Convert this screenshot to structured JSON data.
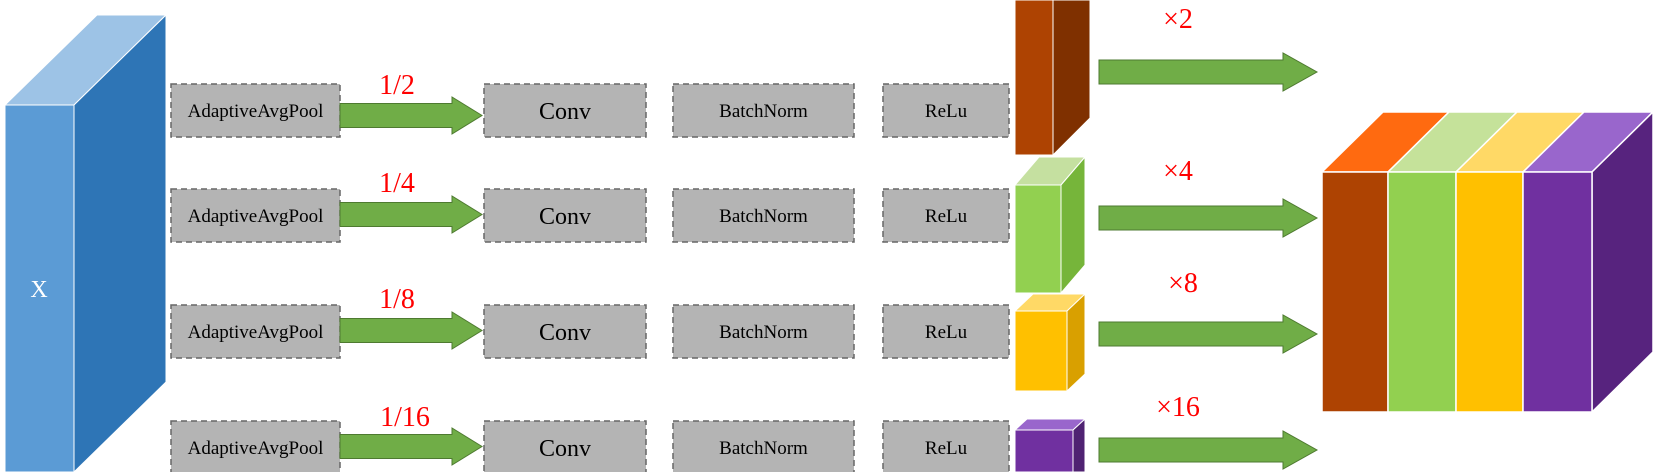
{
  "input": {
    "label": "X",
    "colors": {
      "front": "#5B9BD5",
      "side": "#2E75B6",
      "top": "#9DC3E6"
    }
  },
  "branches": [
    {
      "pool": "AdaptiveAvgPool",
      "ratio": "1/2",
      "conv": "Conv",
      "bn": "BatchNorm",
      "act": "ReLu",
      "upsample": "×2"
    },
    {
      "pool": "AdaptiveAvgPool",
      "ratio": "1/4",
      "conv": "Conv",
      "bn": "BatchNorm",
      "act": "ReLu",
      "upsample": "×4"
    },
    {
      "pool": "AdaptiveAvgPool",
      "ratio": "1/8",
      "conv": "Conv",
      "bn": "BatchNorm",
      "act": "ReLu",
      "upsample": "×8"
    },
    {
      "pool": "AdaptiveAvgPool",
      "ratio": "1/16",
      "conv": "Conv",
      "bn": "BatchNorm",
      "act": "ReLu",
      "upsample": "×16"
    }
  ],
  "colors": {
    "box_fill": "#B4B4B4",
    "box_border": "#666666",
    "arrow": "#70AD47",
    "arrow_border": "#4E7A30",
    "ratio_text": "#FF0000",
    "branch_blocks": [
      {
        "front": "#AE4302",
        "side": "#7F3000",
        "top": "#C05010"
      },
      {
        "front": "#92D050",
        "side": "#76B53A",
        "top": "#C5E0A0"
      },
      {
        "front": "#FFC000",
        "side": "#D9A000",
        "top": "#FFD966"
      },
      {
        "front": "#7030A0",
        "side": "#4F2272",
        "top": "#9966CC"
      }
    ],
    "concat_slices": [
      {
        "front": "#AE4302",
        "top": "#FF6A10"
      },
      {
        "front": "#92D050",
        "top": "#C5E29A"
      },
      {
        "front": "#FFC000",
        "top": "#FFD966"
      },
      {
        "front": "#7030A0",
        "top": "#9966CC"
      }
    ],
    "concat_side": "#57237E"
  }
}
